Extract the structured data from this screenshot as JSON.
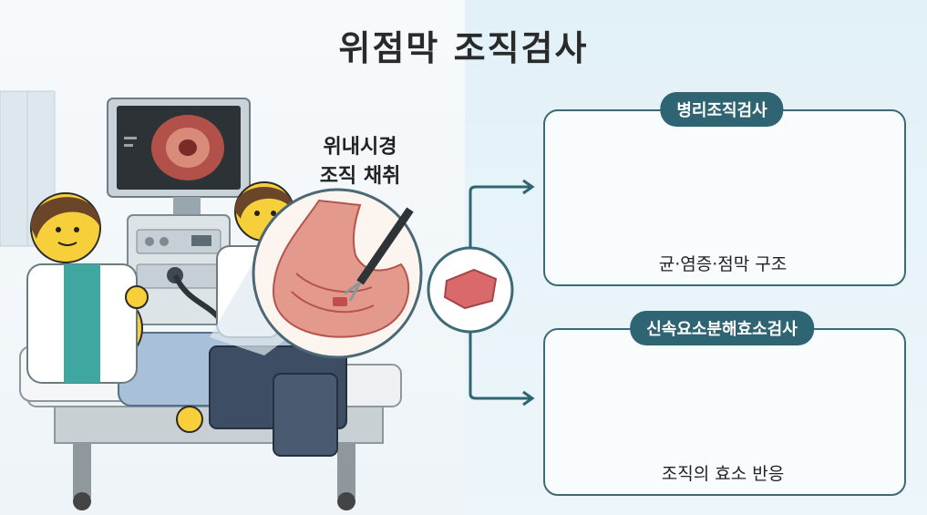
{
  "title": "위점막 조직검사",
  "caption": {
    "line1": "위내시경",
    "line2": "조직 채취"
  },
  "panel_top": {
    "label": "병리조직검사",
    "caption": "균·염증·점막 구조"
  },
  "panel_bottom": {
    "label": "신속요소분해효소검사",
    "caption": "조직의 효소 반응"
  },
  "colors": {
    "accent": "#2f6472",
    "panel_border": "#3c6a76",
    "tissue": "#d9696b",
    "arrow": "#2f6472"
  }
}
